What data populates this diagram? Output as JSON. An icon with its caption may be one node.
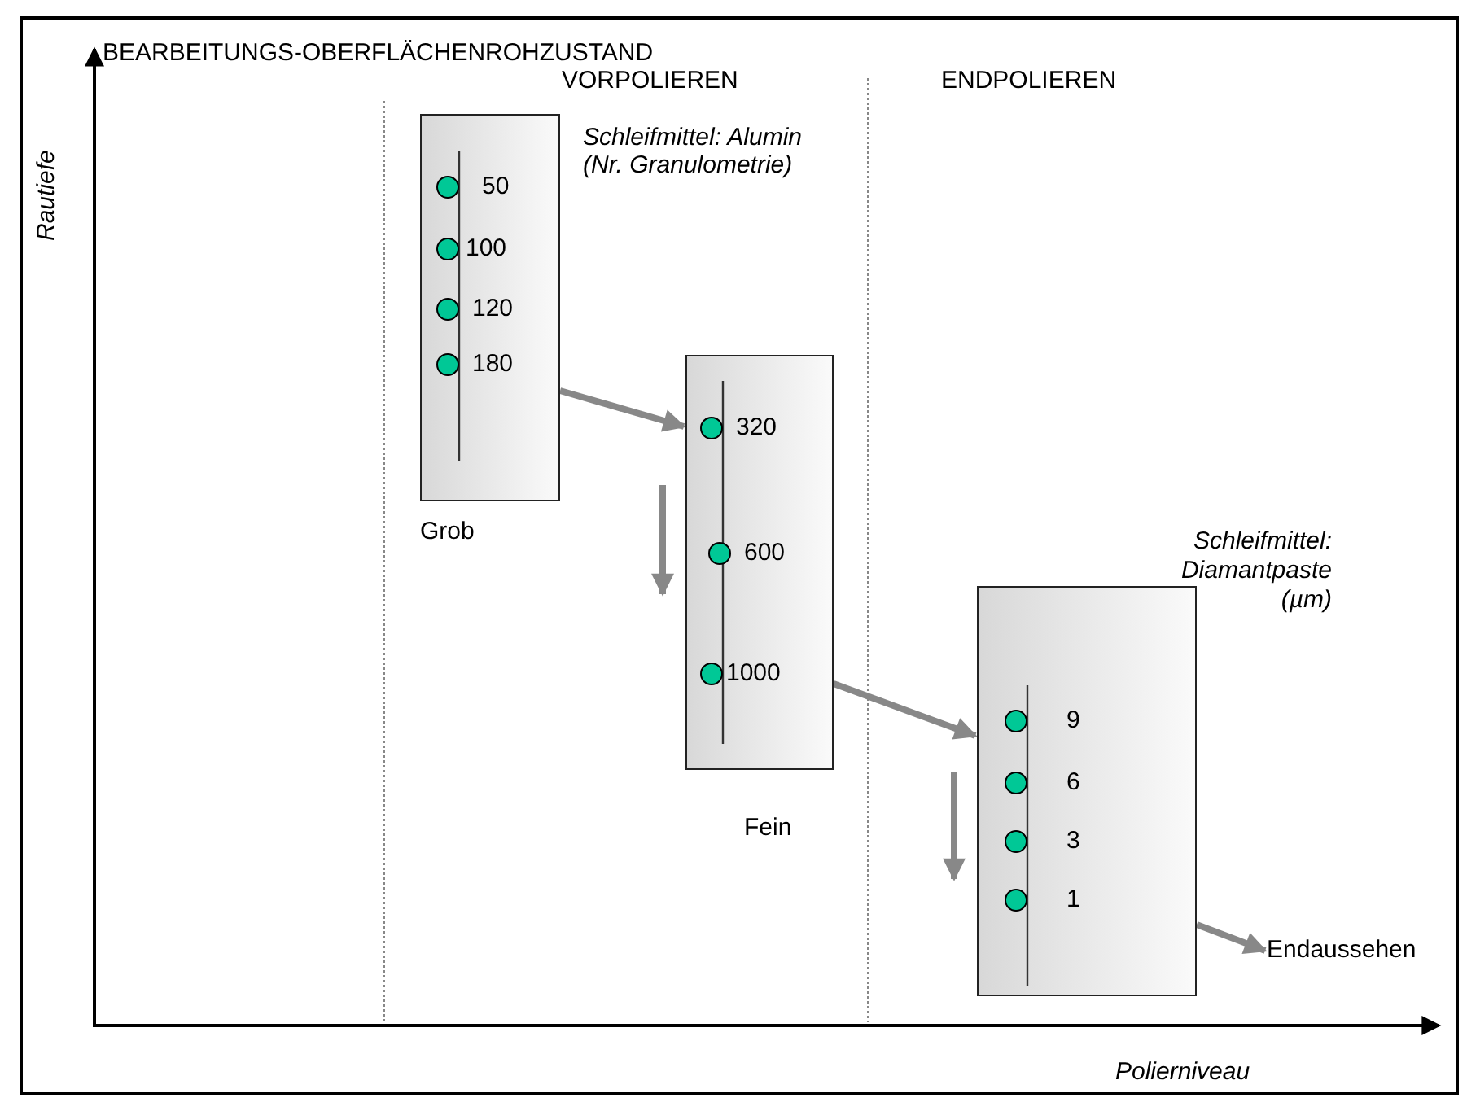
{
  "diagram": {
    "nodes": [
      {
        "text": [],
        "shape": "box",
        "beside": [
          "Grob"
        ]
      },
      {
        "text": [],
        "shape": "circle",
        "beside": [
          "50"
        ],
        "in": 0
      },
      {
        "text": [],
        "shape": "circle",
        "beside": [
          "100"
        ],
        "in": 0
      },
      {
        "text": [],
        "shape": "circle",
        "beside": [
          "120"
        ],
        "in": 0
      },
      {
        "text": [],
        "shape": "circle",
        "beside": [
          "180"
        ],
        "in": 0
      },
      {
        "text": [],
        "shape": "box",
        "beside": [
          "Fein"
        ]
      },
      {
        "text": [],
        "shape": "circle",
        "beside": [
          "320"
        ],
        "in": 5
      },
      {
        "text": [],
        "shape": "circle",
        "beside": [
          "600"
        ],
        "in": 5
      },
      {
        "text": [],
        "shape": "circle",
        "beside": [
          "1000"
        ],
        "in": 5
      },
      {
        "text": [],
        "shape": "box"
      },
      {
        "text": [],
        "shape": "circle",
        "beside": [
          "9"
        ],
        "in": 9
      },
      {
        "text": [],
        "shape": "circle",
        "beside": [
          "6"
        ],
        "in": 9
      },
      {
        "text": [],
        "shape": "circle",
        "beside": [
          "3"
        ],
        "in": 9
      },
      {
        "text": [],
        "shape": "circle",
        "beside": [
          "1"
        ],
        "in": 9
      },
      {
        "text": [
          "Endaussehen"
        ]
      }
    ],
    "edges": [
      {
        "from": 0,
        "to": 5,
        "arrow": "to"
      },
      {
        "from": 5,
        "to": 9,
        "arrow": "to"
      },
      {
        "from": 9,
        "to": 14,
        "arrow": "to"
      }
    ],
    "labels": [
      "BEARBEITUNGS-OBERFLÄCHENROHZUSTAND",
      "VORPOLIEREN",
      "ENDPOLIEREN",
      "Rautiefe",
      "Schleifmittel: Alumin (Nr. Granulometrie)",
      "Schleifmittel: Diamantpaste (µm)",
      "Polierniveau"
    ]
  }
}
